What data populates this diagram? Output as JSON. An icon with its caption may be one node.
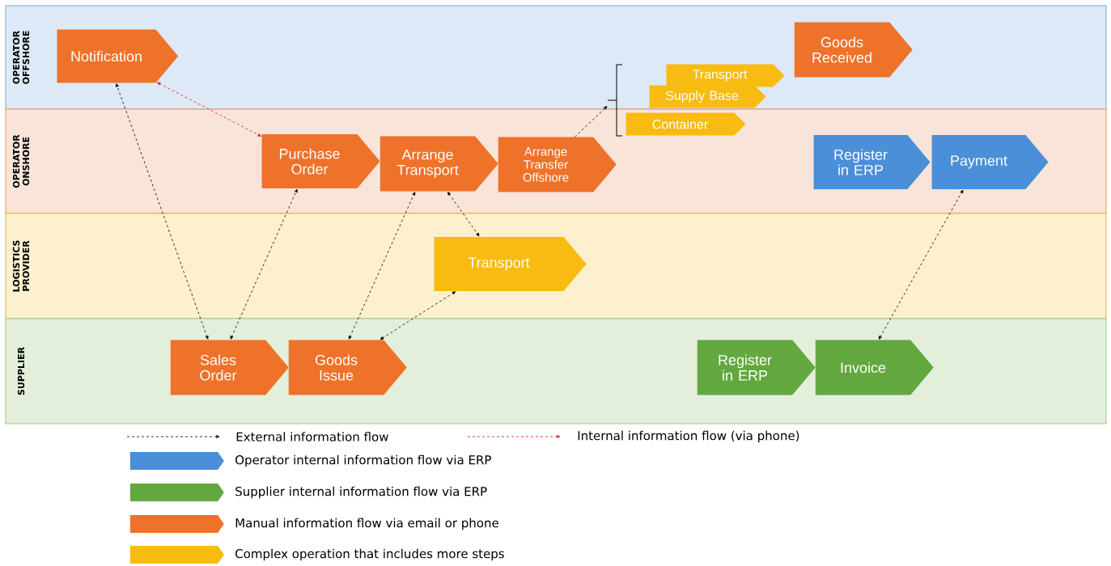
{
  "diagram": {
    "nodes": [
      {
        "text": [
          "OPERATOR OFFSHORE"
        ]
      },
      {
        "text": [
          "OPERATOR ONSHORE"
        ]
      },
      {
        "text": [
          "LOGISTICS PROVIDER"
        ]
      },
      {
        "text": [
          "SUPPLIER"
        ]
      },
      {
        "text": [
          "Notification"
        ],
        "in": 0
      },
      {
        "text": [
          "Purchase Order"
        ],
        "in": 1
      },
      {
        "text": [
          "Arrange Transport"
        ],
        "in": 1
      },
      {
        "text": [
          "Arrange Transfer Offshore"
        ],
        "in": 1
      },
      {
        "text": [
          "Transport"
        ],
        "in": 0
      },
      {
        "text": [
          "Supply Base"
        ],
        "in": 0
      },
      {
        "text": [
          "Container"
        ],
        "in": 1
      },
      {
        "text": [
          "Goods Received"
        ],
        "in": 0
      },
      {
        "text": [
          "Register in ERP"
        ],
        "in": 1
      },
      {
        "text": [
          "Payment"
        ],
        "in": 1
      },
      {
        "text": [
          "Transport"
        ],
        "in": 2
      },
      {
        "text": [
          "Sales Order"
        ],
        "in": 3
      },
      {
        "text": [
          "Goods Issue"
        ],
        "in": 3
      },
      {
        "text": [
          "Register in ERP"
        ],
        "in": 3
      },
      {
        "text": [
          "Invoice"
        ],
        "in": 3
      },
      {
        "text": [],
        "shape": "bracket"
      }
    ],
    "edges": [
      {
        "from": 4,
        "to": 5,
        "arrow": "both",
        "style": "dashed",
        "color": "#e8141c"
      },
      {
        "from": 15,
        "to": 4,
        "arrow": "both",
        "style": "dashed"
      },
      {
        "from": 15,
        "to": 5,
        "arrow": "both",
        "style": "dashed"
      },
      {
        "from": 16,
        "to": 6,
        "arrow": "both",
        "style": "dashed"
      },
      {
        "from": 6,
        "to": 14,
        "arrow": "both",
        "style": "dashed"
      },
      {
        "from": 16,
        "to": 14,
        "arrow": "both",
        "style": "dashed"
      },
      {
        "from": 7,
        "to": 19,
        "arrow": "to",
        "style": "dashed"
      },
      {
        "from": 18,
        "to": 13,
        "arrow": "both",
        "style": "dashed"
      }
    ],
    "legend": [
      {
        "text": "External information flow"
      },
      {
        "text": "Internal information flow (via phone)"
      },
      {
        "text": "Operator internal information flow via ERP",
        "color": "#4a8fd8"
      },
      {
        "text": "Supplier internal information flow via ERP",
        "color": "#62a83f"
      },
      {
        "text": "Manual information flow via email or phone",
        "color": "#ee7229"
      },
      {
        "text": "Complex operation that includes more steps",
        "color": "#f7bb12"
      }
    ]
  }
}
